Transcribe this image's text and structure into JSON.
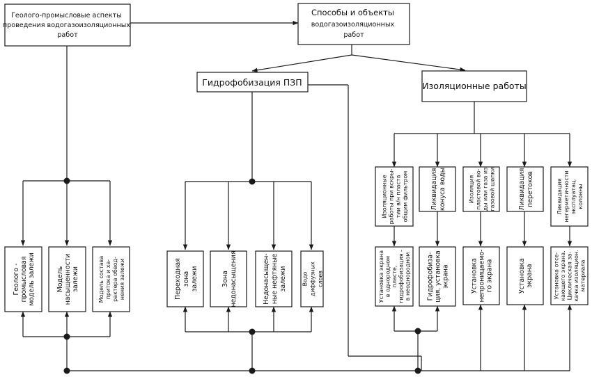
{
  "top": {
    "left": [
      "Геолого-промысловые аспекты",
      "проведения водогазоизоляционных",
      "работ"
    ],
    "center": [
      "Способы и объекты",
      "водогазоизоляционных",
      "работ"
    ]
  },
  "mid": {
    "hydro": "Гидрофобизация ПЗП",
    "isol": "Изоляционные работы"
  },
  "models": [
    [
      "Геолого -",
      "промысловая",
      "модель залежи"
    ],
    [
      "Модель",
      "насыщенности",
      "залежи"
    ],
    [
      "Модель состава",
      "притока и ха-",
      "рактера обвод-",
      "нения залежи"
    ]
  ],
  "zones": [
    [
      "Переходная",
      "зона",
      "залежи"
    ],
    [
      "Зона",
      "недонасыщения"
    ],
    [
      "Недонасыщен-",
      "ные нефтяные",
      "залежи"
    ],
    [
      "Водо",
      "диффузных",
      "слоев"
    ]
  ],
  "isol_types": [
    [
      "Изоляционные",
      "работы при вскры-",
      "тии в/н пласта",
      "общим фильтром"
    ],
    [
      "Ликвидация",
      "конуса воды"
    ],
    [
      "Изоляция",
      "пластовой во-",
      "ды или газа из",
      "газовой шапки"
    ],
    [
      "Ликвидация",
      "перетоков"
    ],
    [
      "Ликвидация",
      "негерметичности",
      "эксплуатац.",
      "колонны"
    ]
  ],
  "methods": [
    [
      "Установка экрана",
      "в однородном",
      "пласте,",
      "гидрофобизация -",
      "в неоднородном"
    ],
    [
      "Гидрофобиза-",
      "ция, установка",
      "экрана"
    ],
    [
      "Установка",
      "непроницаемо-",
      "го экрана"
    ],
    [
      "Установка",
      "экрана"
    ],
    [
      "Установка отсе-",
      "кающего экрана.",
      "Циклическая за-",
      "качка изоляцион.",
      "материала"
    ]
  ]
}
